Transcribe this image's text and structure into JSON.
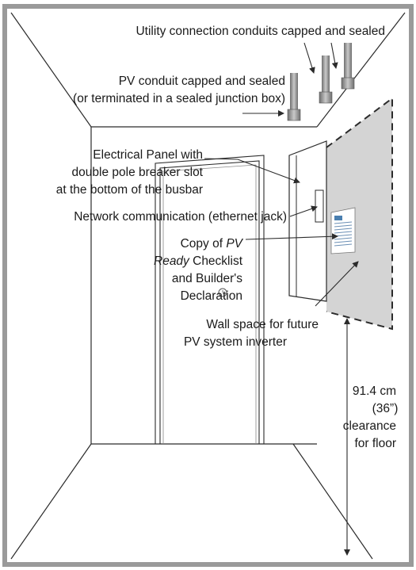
{
  "labels": {
    "utility": "Utility connection conduits capped and sealed",
    "pv_conduit_1": "PV conduit capped and sealed",
    "pv_conduit_2": "(or terminated in a sealed junction box)",
    "panel_1": "Electrical Panel with",
    "panel_2": "double pole breaker slot",
    "panel_3": "at the bottom of the busbar",
    "network": "Network communication (ethernet jack)",
    "copy_1a": "Copy of ",
    "copy_1b": "PV",
    "copy_2a": "Ready",
    "copy_2b": " Checklist",
    "copy_3": "and Builder's",
    "copy_4": "Declaration",
    "wall_1": "Wall space for future",
    "wall_2": "PV system inverter",
    "clear_1": "91.4 cm",
    "clear_2": "(36”)",
    "clear_3": "clearance",
    "clear_4": "for floor"
  },
  "colors": {
    "border": "#9a9a9a",
    "line": "#2b2b2b",
    "wall_space": "#d4d4d4",
    "conduit": "#8a8a8a"
  }
}
